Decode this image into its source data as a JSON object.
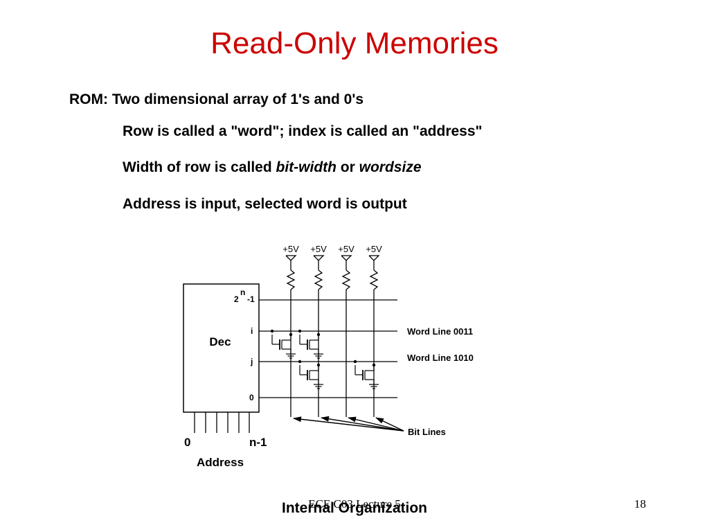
{
  "slide": {
    "title": "Read-Only Memories",
    "line1": "ROM: Two dimensional array of 1's and 0's",
    "line2": "Row is called a \"word\"; index is called an \"address\"",
    "line3_a": "Width of row is called ",
    "line3_b": "bit-width",
    "line3_c": " or ",
    "line3_d": "wordsize",
    "line4": "Address is input, selected word is output",
    "footer": "ECE C03 Lecture 5",
    "page": "18",
    "caption": "Internal Organization"
  },
  "diagram": {
    "supply": [
      "+5V",
      "+5V",
      "+5V",
      "+5V"
    ],
    "decoder_label": "Dec",
    "row_top_base": "2",
    "row_top_exp": "n",
    "row_top_suffix": "-1",
    "row_i": "i",
    "row_j": "j",
    "row_0": "0",
    "word_line_i": "Word Line 0011",
    "word_line_j": "Word Line 1010",
    "bit_lines": "Bit Lines",
    "addr_lo": "0",
    "addr_hi": "n-1",
    "address": "Address"
  }
}
